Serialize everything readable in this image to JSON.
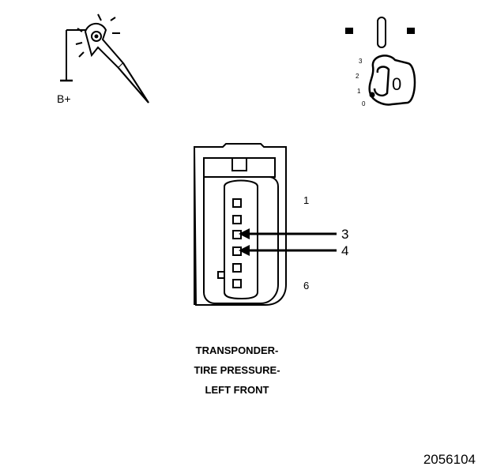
{
  "test_light": {
    "supply_label": "B+"
  },
  "ignition": {
    "positions": [
      "3",
      "2",
      "1",
      "0"
    ],
    "key_label": "0"
  },
  "connector": {
    "pin_labels": {
      "first": "1",
      "last": "6"
    },
    "probe_pins": [
      "3",
      "4"
    ]
  },
  "caption": {
    "lines": [
      "TRANSPONDER-",
      "TIRE PRESSURE-",
      "LEFT FRONT"
    ]
  },
  "figure_number": "2056104"
}
